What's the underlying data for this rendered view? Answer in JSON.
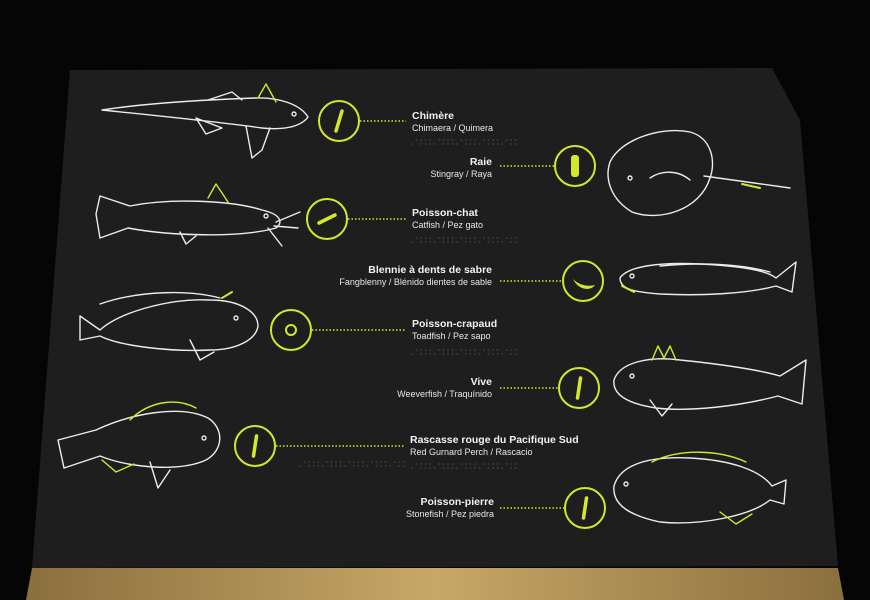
{
  "sign": {
    "board_color": "#1e1e1e",
    "accent_color": "#d4e82a",
    "line_color": "#ececec",
    "wood_color": "#b89a5e",
    "species": [
      {
        "name": "Chimère",
        "sub": "Chimaera / Quimera",
        "icon": "eye-icon"
      },
      {
        "name": "Raie",
        "sub": "Stingray / Raya",
        "icon": "eye-icon"
      },
      {
        "name": "Poisson-chat",
        "sub": "Catfish / Pez gato",
        "icon": "eye-icon"
      },
      {
        "name": "Blennie à dents de sabre",
        "sub": "Fangblenny / Blénido dientes de sable",
        "icon": "eye-icon"
      },
      {
        "name": "Poisson-crapaud",
        "sub": "Toadfish / Pez sapo",
        "icon": "eye-icon"
      },
      {
        "name": "Vive",
        "sub": "Weeverfish / Traquínido",
        "icon": "eye-icon"
      },
      {
        "name": "Rascasse rouge du Pacifique Sud",
        "sub": "Red Gurnard Perch / Rascacio",
        "icon": "eye-icon"
      },
      {
        "name": "Poisson-pierre",
        "sub": "Stonefish / Pez piedra",
        "icon": "eye-icon"
      }
    ]
  }
}
